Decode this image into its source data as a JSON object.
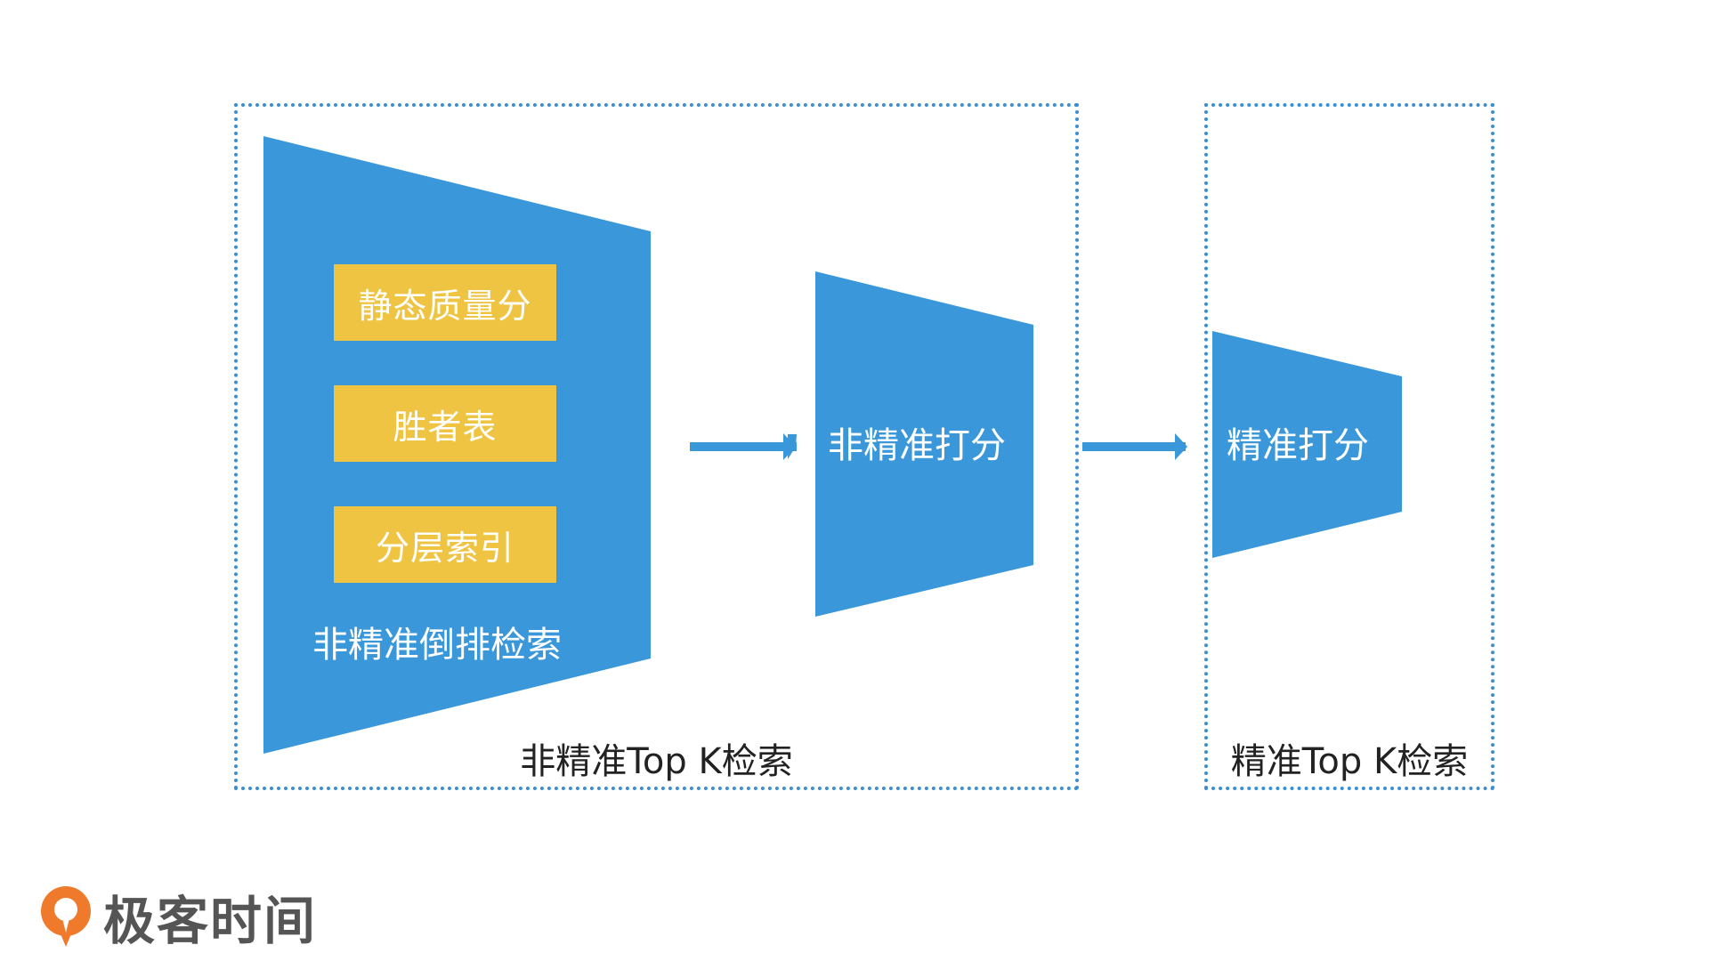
{
  "stages": {
    "coarse": {
      "caption": "非精准Top K检索",
      "funnel_label": "非精准倒排检索",
      "tags": [
        "静态质量分",
        "胜者表",
        "分层索引"
      ],
      "scoring_label": "非精准打分"
    },
    "precise": {
      "caption": "精准Top K检索",
      "scoring_label": "精准打分"
    }
  },
  "brand": {
    "name": "极客时间"
  },
  "colors": {
    "blue": "#3a97da",
    "yellow": "#f0c443",
    "border": "#3a8fd4",
    "logo_orange": "#f07a2c"
  }
}
